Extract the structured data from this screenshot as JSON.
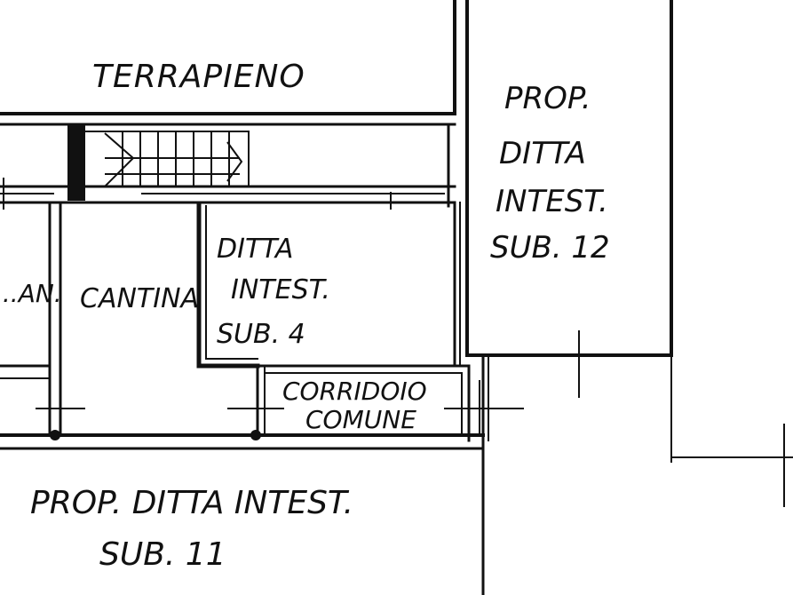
{
  "labels": {
    "terrapieno": "TERRAPIENO",
    "prop_12": [
      "PROP.",
      "DITTA",
      "INTEST.",
      "SUB. 12"
    ],
    "sub4": [
      "DITTA",
      "INTEST.",
      "SUB. 4"
    ],
    "cantina": "CANTINA",
    "left_room_fragment": "...AN.",
    "corridoio": [
      "CORRIDOIO",
      "COMUNE"
    ],
    "prop_11": [
      "PROP. DITTA INTEST.",
      "SUB. 11"
    ]
  },
  "colors": {
    "ink": "#111111",
    "paper": "#ffffff"
  }
}
